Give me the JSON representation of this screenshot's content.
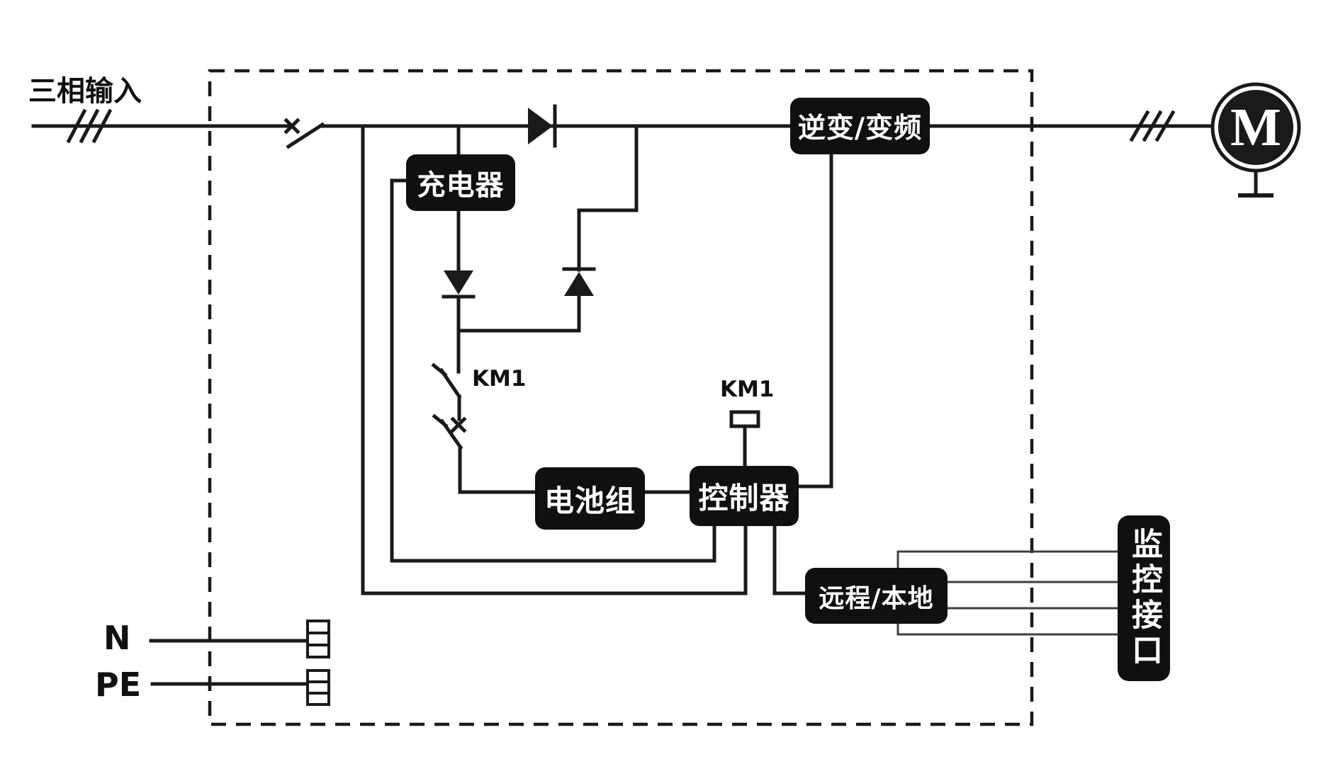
{
  "colors": {
    "line": "#1a1a1a",
    "thin_line": "#3f3f3f",
    "node_bg": "#101010",
    "node_text": "#ffffff",
    "background": "#ffffff"
  },
  "labels": {
    "three_phase_input": "三相输入",
    "n_terminal": "N",
    "pe_terminal": "PE",
    "km1_contact": "KM1",
    "km1_coil": "KM1",
    "motor": "M"
  },
  "nodes": {
    "charger": "充电器",
    "inverter": "逆变/变频",
    "battery": "电池组",
    "controller": "控制器",
    "remote_local": "远程/本地",
    "monitor_interface": "监控接口"
  }
}
